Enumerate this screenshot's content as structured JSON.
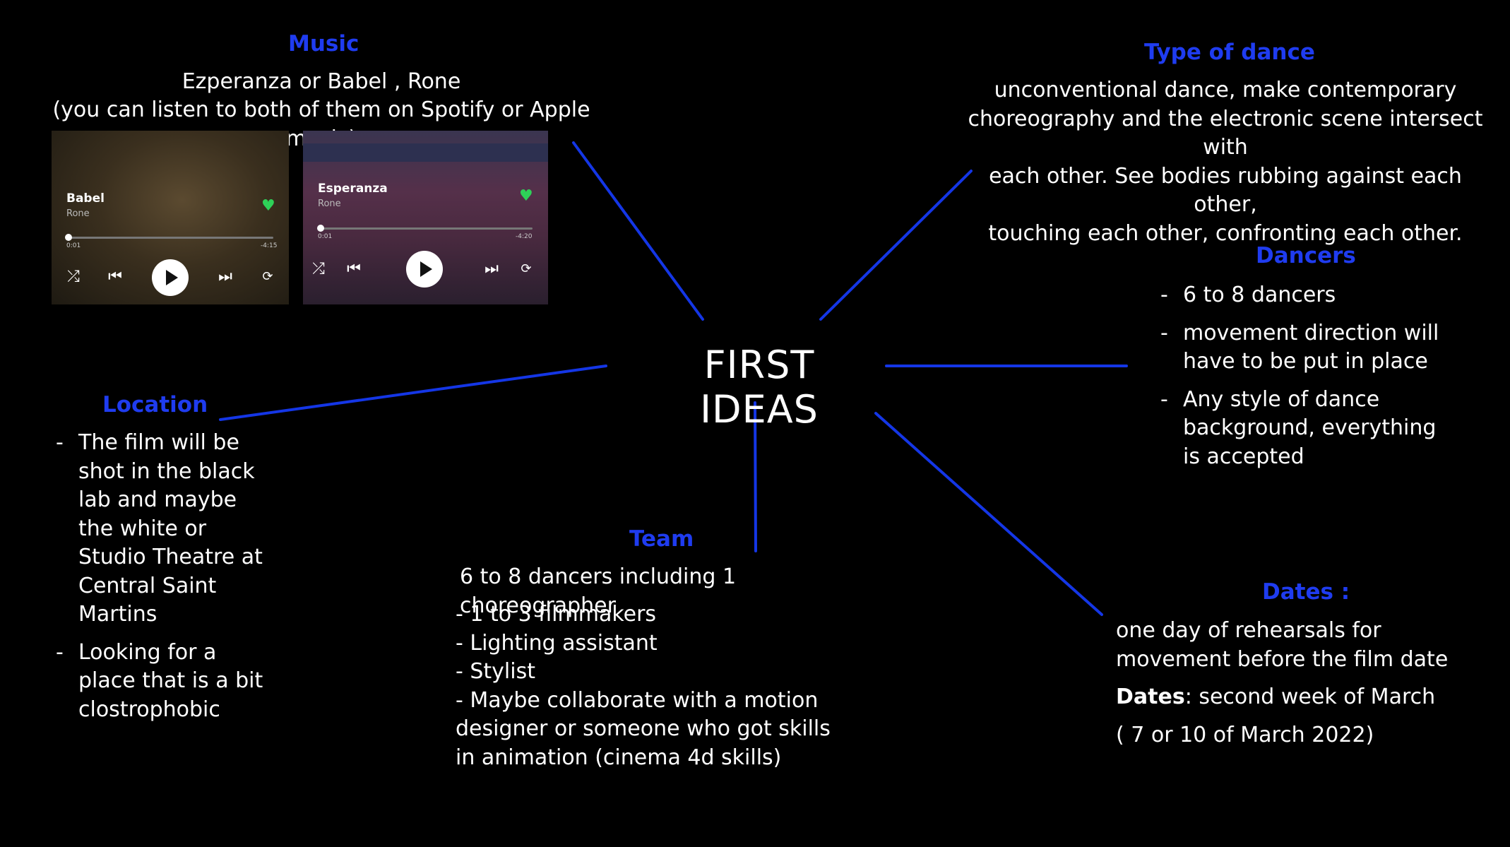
{
  "center": {
    "title": "FIRST IDEAS"
  },
  "music": {
    "heading": "Music",
    "line1": "Ezperanza or Babel , Rone",
    "line2": "(you can listen to both of them on Spotify or Apple music)",
    "players": [
      {
        "song": "Babel",
        "artist": "Rone",
        "elapsed": "0:01",
        "remaining": "-4:15"
      },
      {
        "song": "Esperanza",
        "artist": "Rone",
        "elapsed": "0:01",
        "remaining": "-4:20"
      }
    ]
  },
  "type_of_dance": {
    "heading": "Type of dance",
    "lines": [
      "unconventional dance, make contemporary",
      "choreography and the electronic scene intersect with",
      "each other. See bodies rubbing against each other,",
      "touching each other, confronting each other."
    ]
  },
  "dancers": {
    "heading": "Dancers",
    "items": [
      "6 to 8 dancers",
      " movement direction will have to be put in place",
      "Any style of dance background, everything is accepted"
    ]
  },
  "location": {
    "heading": "Location",
    "items": [
      "The film will be shot in the black lab and maybe the white or Studio Theatre at Central Saint Martins",
      "Looking for a place that is a bit clostrophobic"
    ]
  },
  "team": {
    "heading": "Team",
    "intro": "6 to 8 dancers including 1 choreographer",
    "lines": [
      "- 1 to 3 filmmakers",
      "- Lighting assistant",
      "- Stylist",
      "- Maybe collaborate with a motion designer or someone who got skills in animation (cinema 4d skills)"
    ]
  },
  "dates": {
    "heading": "Dates :",
    "rehearsal": "one day of rehearsals for movement before the film date",
    "dates_label": "Dates",
    "dates_value": ": second week of March",
    "detail": "( 7 or 10 of March 2022)"
  },
  "colors": {
    "background": "#000000",
    "heading": "#1f3cf0",
    "connector": "#1436e6",
    "text": "#ffffff",
    "heart": "#2ed158"
  },
  "icons": [
    "shuffle-icon",
    "previous-icon",
    "play-icon",
    "next-icon",
    "repeat-icon",
    "heart-icon"
  ]
}
